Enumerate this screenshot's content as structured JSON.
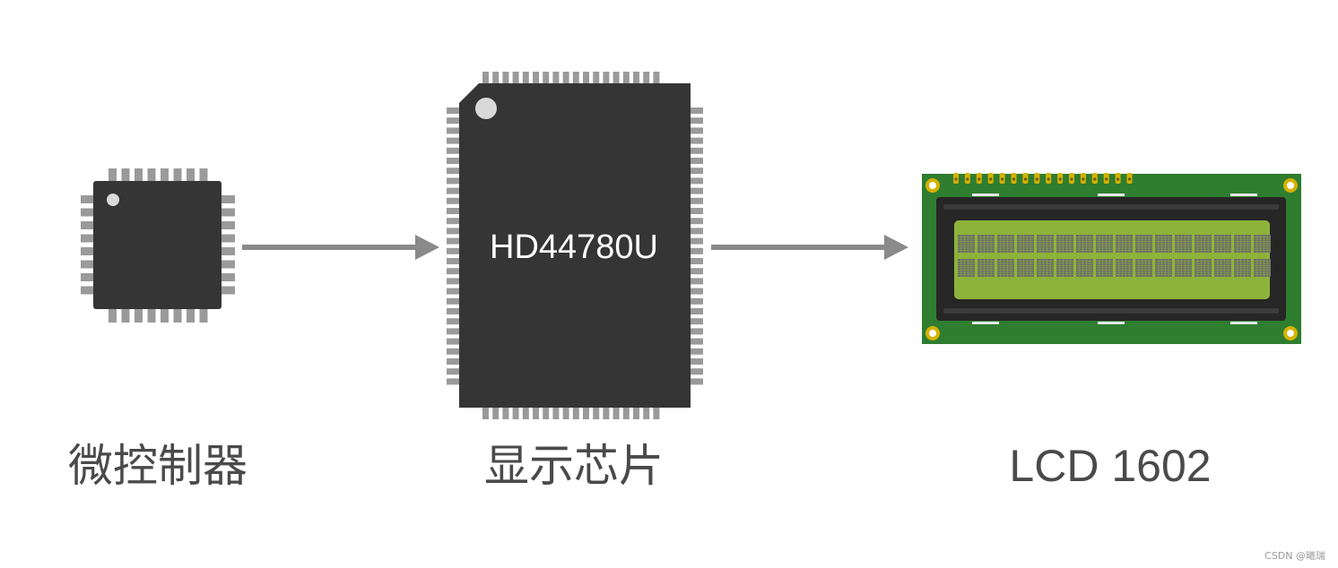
{
  "nodes": {
    "microcontroller": {
      "label": "微控制器"
    },
    "display_chip": {
      "label": "显示芯片",
      "chip_text": "HD44780U"
    },
    "lcd": {
      "label": "LCD 1602"
    }
  },
  "watermark": "CSDN @曦瑞",
  "colors": {
    "chip_body": "#353535",
    "chip_pin": "#9a9a9a",
    "chip_dot": "#d9d9d9",
    "arrow": "#8a8a8a",
    "pcb": "#2f7d2f",
    "pad": "#d4b200",
    "lcd_frame": "#262626",
    "lcd_screen": "#8db33a",
    "lcd_cell": "#6b6b6b",
    "label": "#4a4a4a"
  },
  "lcd_display": {
    "rows": 2,
    "columns": 16,
    "header_pins": 16
  }
}
